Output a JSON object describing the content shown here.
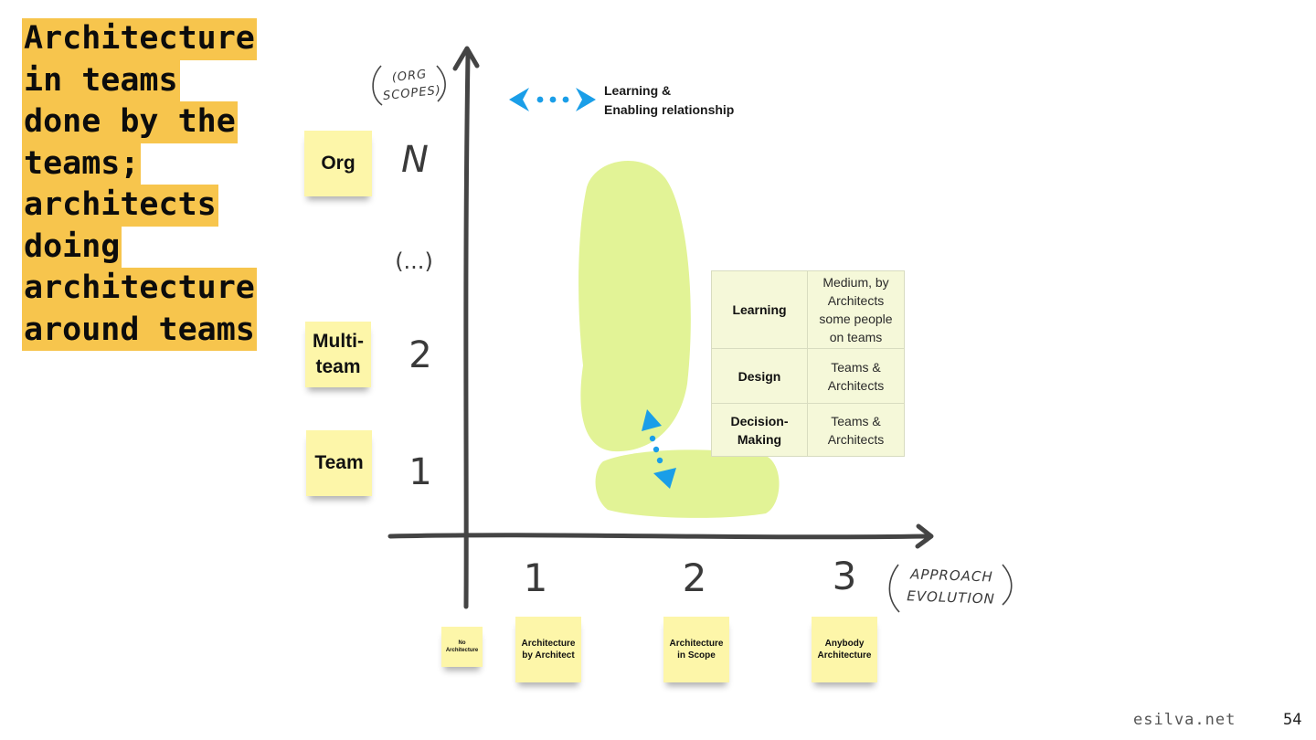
{
  "title_lines": [
    "Architecture",
    "in teams",
    "done by the",
    "teams;",
    "architects",
    "doing",
    "architecture",
    "around teams"
  ],
  "y_axis": {
    "label_line1": "(ORG",
    "label_line2": "SCOPES)",
    "ticks": [
      "N",
      "(...)",
      "2",
      "1"
    ],
    "notes": [
      "Org",
      "Multi-team",
      "Team"
    ]
  },
  "x_axis": {
    "label_line1": "APPROACH",
    "label_line2": "EVOLUTION",
    "ticks": [
      "1",
      "2",
      "3"
    ],
    "notes": [
      "No Architecture",
      "Architecture by Architect",
      "Architecture in Scope",
      "Anybody Architecture"
    ]
  },
  "legend": {
    "line1": "Learning &",
    "line2": "Enabling relationship"
  },
  "table": [
    {
      "key": "Learning",
      "value": "Medium, by Architects some people on teams"
    },
    {
      "key": "Design",
      "value": "Teams & Architects"
    },
    {
      "key": "Decision-Making",
      "value": "Teams & Architects"
    }
  ],
  "colors": {
    "title_highlight": "#f7c54d",
    "sticky_note": "#fdf6a9",
    "blob": "#e2f396",
    "arrow": "#1a9ee8",
    "axis": "#444444"
  },
  "footer": {
    "site": "esilva.net",
    "page": "54"
  }
}
